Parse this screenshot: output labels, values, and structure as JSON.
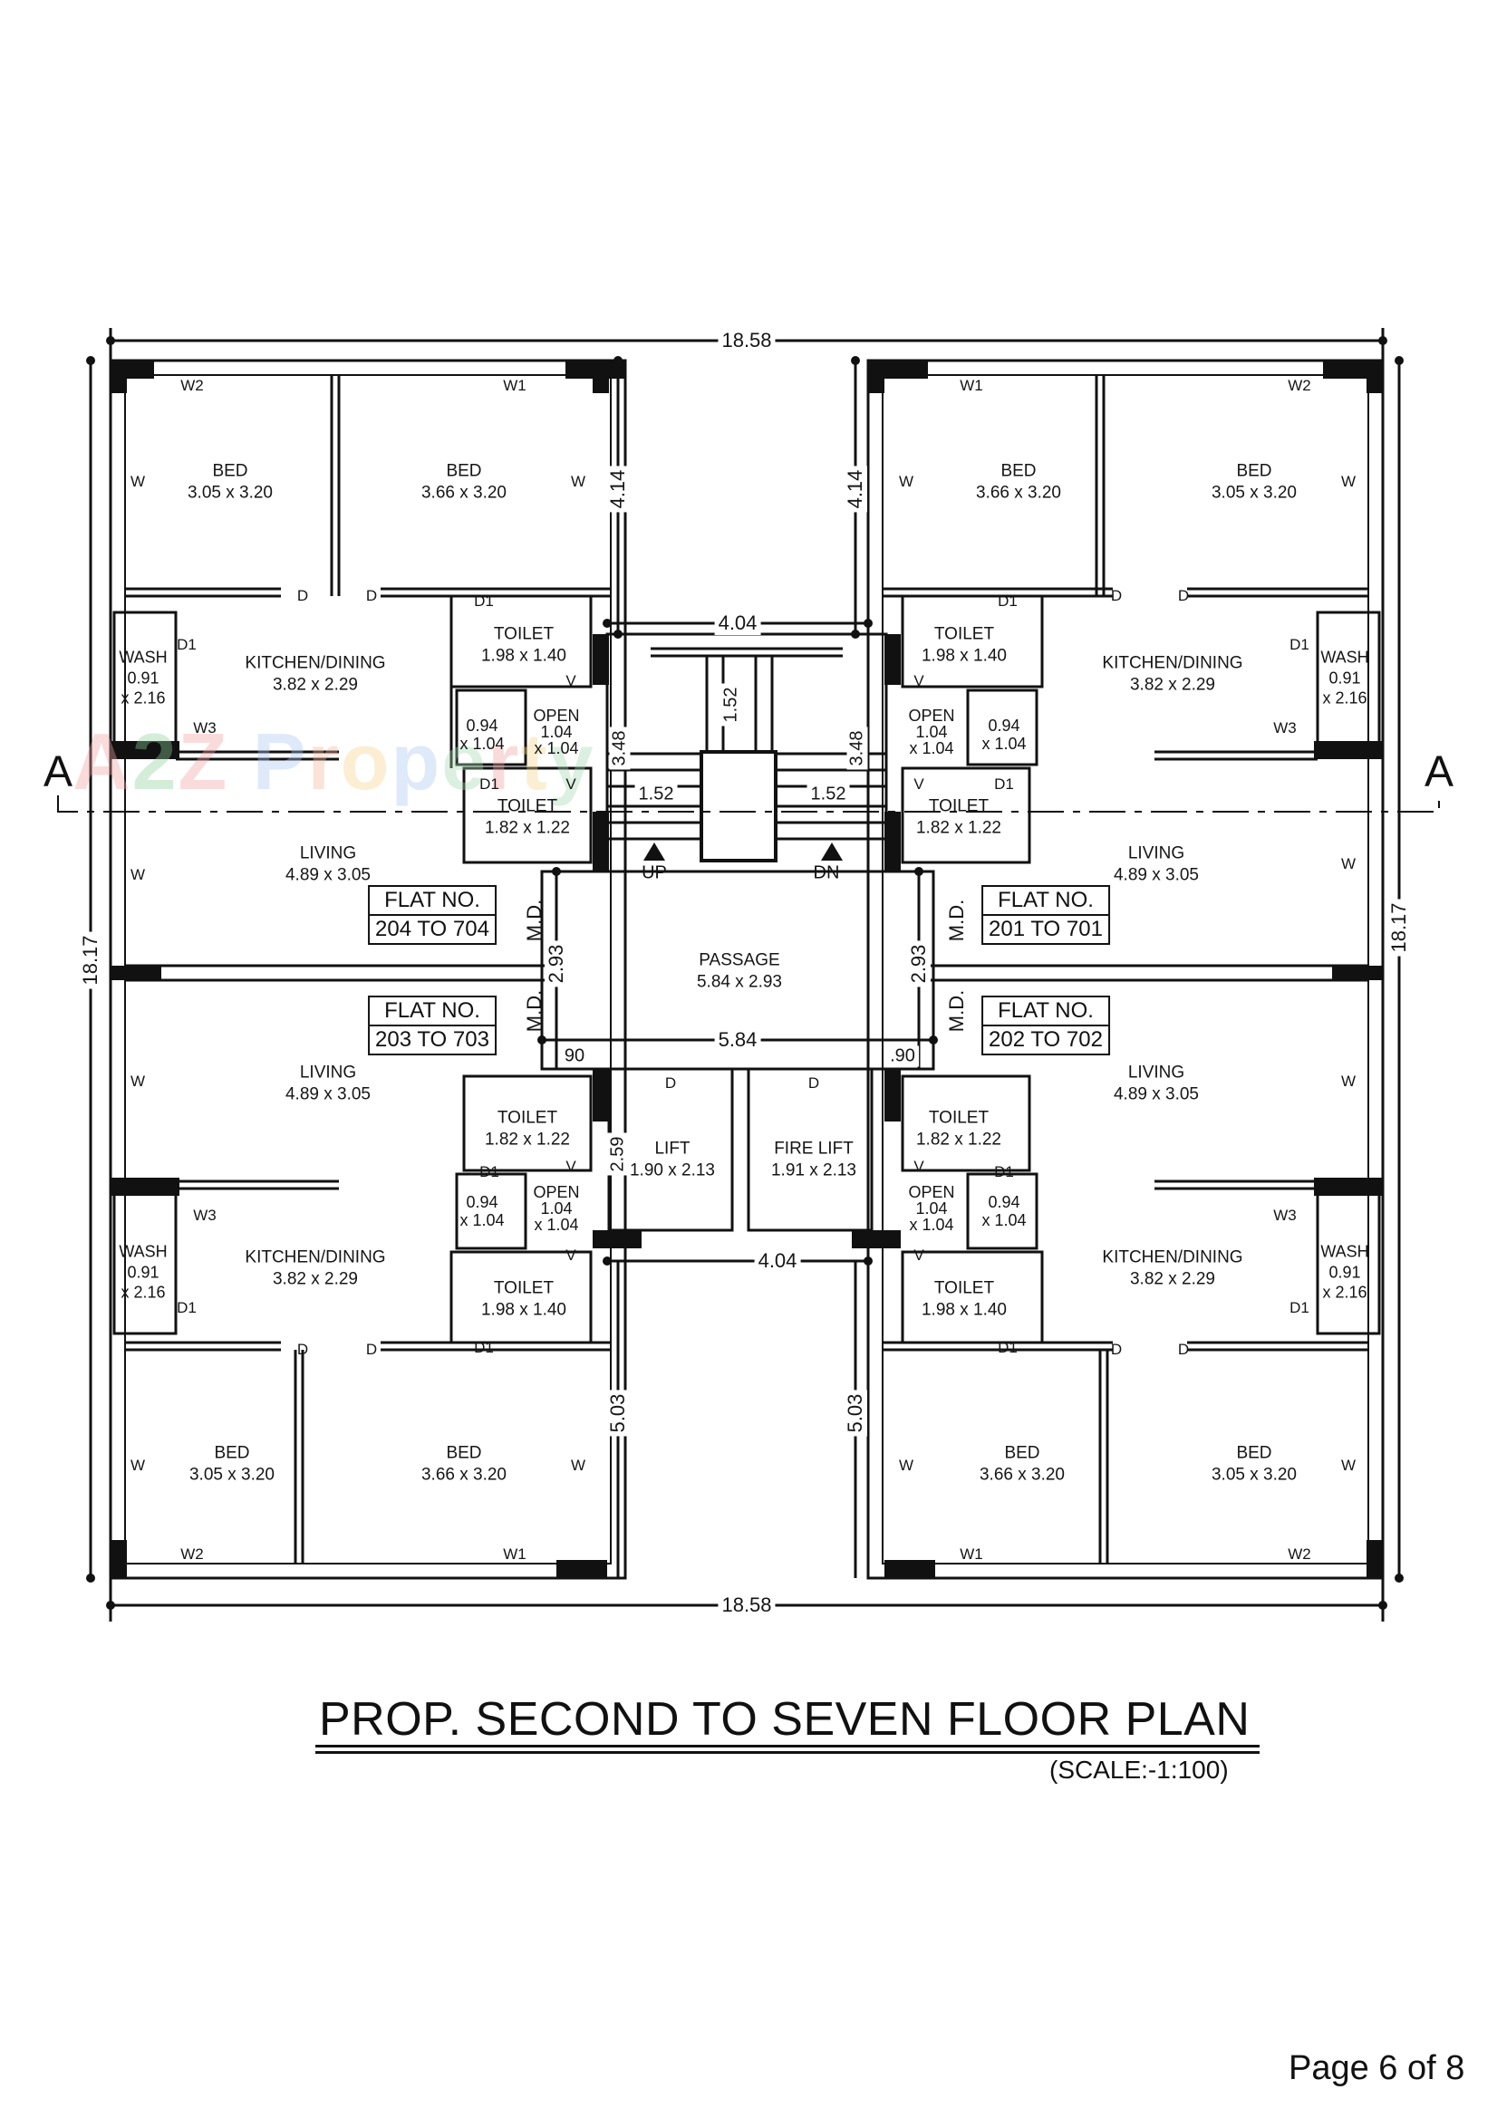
{
  "drawing": {
    "title": "PROP.  SECOND TO SEVEN  FLOOR  PLAN",
    "scale": "(SCALE:-1:100)",
    "page": "Page 6 of 8",
    "watermark": {
      "text": "A2Z Property",
      "letters": [
        "A",
        "2",
        "Z",
        " ",
        "P",
        "r",
        "o",
        "p",
        "e",
        "r",
        "t",
        "y"
      ],
      "colors": [
        "#f4a3a3",
        "#8fd19e",
        "#f4a3a3",
        "#ffffff",
        "#a9c6f2",
        "#f4b89a",
        "#f6d58a",
        "#a9c6f2",
        "#a3d9b1",
        "#f4a3a3",
        "#f6d58a",
        "#a3d9b1"
      ]
    },
    "section_marker": "A"
  },
  "overall_dimensions": {
    "width_top": "18.58",
    "width_bottom": "18.58",
    "depth_left": "18.17",
    "depth_right": "18.17"
  },
  "core_dimensions": {
    "duct_top_left": "4.14",
    "duct_top_right": "4.14",
    "stair_width": "4.04",
    "stair_flight": "1.52",
    "stair_landing_left": "1.52",
    "stair_landing_right": "1.52",
    "stair_depth_left": "3.48",
    "stair_depth_right": "3.48",
    "passage_width": "5.84",
    "passage_depth_left": "2.93",
    "passage_depth_right": "2.93",
    "offset_left": "90",
    "offset_right": ".90",
    "lift_depth": "2.59",
    "duct_bottom_width": "4.04",
    "duct_bottom_left": "5.03",
    "duct_bottom_right": "5.03"
  },
  "stairs": {
    "up": "UP",
    "down": "DN"
  },
  "core_rooms": {
    "passage": {
      "name": "PASSAGE",
      "size": "5.84 x 2.93"
    },
    "lift": {
      "name": "LIFT",
      "size": "1.90 x 2.13"
    },
    "fire_lift": {
      "name": "FIRE LIFT",
      "size": "1.91 x 2.13"
    }
  },
  "flats": [
    {
      "id": "204-704",
      "flat_label": "FLAT NO.",
      "flat_numbers": "204 TO 704",
      "rooms": {
        "bed1": {
          "name": "BED",
          "size": "3.05 x 3.20"
        },
        "bed2": {
          "name": "BED",
          "size": "3.66 x 3.20"
        },
        "kitchen": {
          "name": "KITCHEN/DINING",
          "size": "3.82 x 2.29"
        },
        "wash": {
          "name": "WASH",
          "size1": "0.91",
          "size2": "x 2.16"
        },
        "toilet1": {
          "name": "TOILET",
          "size": "1.98 x 1.40"
        },
        "toilet2": {
          "name": "TOILET",
          "size": "1.82 x 1.22"
        },
        "open": {
          "name": "OPEN",
          "size1": "1.04",
          "size2": "x 1.04"
        },
        "lobby": {
          "size1": "0.94",
          "size2": "x 1.04"
        },
        "living": {
          "name": "LIVING",
          "size": "4.89 x 3.05"
        }
      }
    },
    {
      "id": "201-701",
      "flat_label": "FLAT NO.",
      "flat_numbers": "201 TO 701",
      "rooms": {
        "bed1": {
          "name": "BED",
          "size": "3.66 x 3.20"
        },
        "bed2": {
          "name": "BED",
          "size": "3.05 x 3.20"
        },
        "kitchen": {
          "name": "KITCHEN/DINING",
          "size": "3.82 x 2.29"
        },
        "wash": {
          "name": "WASH",
          "size1": "0.91",
          "size2": "x 2.16"
        },
        "toilet1": {
          "name": "TOILET",
          "size": "1.98 x 1.40"
        },
        "toilet2": {
          "name": "TOILET",
          "size": "1.82 x 1.22"
        },
        "open": {
          "name": "OPEN",
          "size1": "1.04",
          "size2": "x 1.04"
        },
        "lobby": {
          "size1": "0.94",
          "size2": "x 1.04"
        },
        "living": {
          "name": "LIVING",
          "size": "4.89 x 3.05"
        }
      }
    },
    {
      "id": "203-703",
      "flat_label": "FLAT NO.",
      "flat_numbers": "203 TO 703",
      "rooms": {
        "bed1": {
          "name": "BED",
          "size": "3.05 x 3.20"
        },
        "bed2": {
          "name": "BED",
          "size": "3.66 x 3.20"
        },
        "kitchen": {
          "name": "KITCHEN/DINING",
          "size": "3.82 x 2.29"
        },
        "wash": {
          "name": "WASH",
          "size1": "0.91",
          "size2": "x 2.16"
        },
        "toilet1": {
          "name": "TOILET",
          "size": "1.98 x 1.40"
        },
        "toilet2": {
          "name": "TOILET",
          "size": "1.82 x 1.22"
        },
        "open": {
          "name": "OPEN",
          "size1": "1.04",
          "size2": "x 1.04"
        },
        "lobby": {
          "size1": "0.94",
          "size2": "x 1.04"
        },
        "living": {
          "name": "LIVING",
          "size": "4.89 x 3.05"
        }
      }
    },
    {
      "id": "202-702",
      "flat_label": "FLAT NO.",
      "flat_numbers": "202 TO 702",
      "rooms": {
        "bed1": {
          "name": "BED",
          "size": "3.66 x 3.20"
        },
        "bed2": {
          "name": "BED",
          "size": "3.05 x 3.20"
        },
        "kitchen": {
          "name": "KITCHEN/DINING",
          "size": "3.82 x 2.29"
        },
        "wash": {
          "name": "WASH",
          "size1": "0.91",
          "size2": "x 2.16"
        },
        "toilet1": {
          "name": "TOILET",
          "size": "1.98 x 1.40"
        },
        "toilet2": {
          "name": "TOILET",
          "size": "1.82 x 1.22"
        },
        "open": {
          "name": "OPEN",
          "size1": "1.04",
          "size2": "x 1.04"
        },
        "lobby": {
          "size1": "0.94",
          "size2": "x 1.04"
        },
        "living": {
          "name": "LIVING",
          "size": "4.89 x 3.05"
        }
      }
    }
  ],
  "tags": {
    "door": "D",
    "door1": "D1",
    "window": "W",
    "window1": "W1",
    "window2": "W2",
    "window3": "W3",
    "vent": "V",
    "main_door": "M.D."
  }
}
